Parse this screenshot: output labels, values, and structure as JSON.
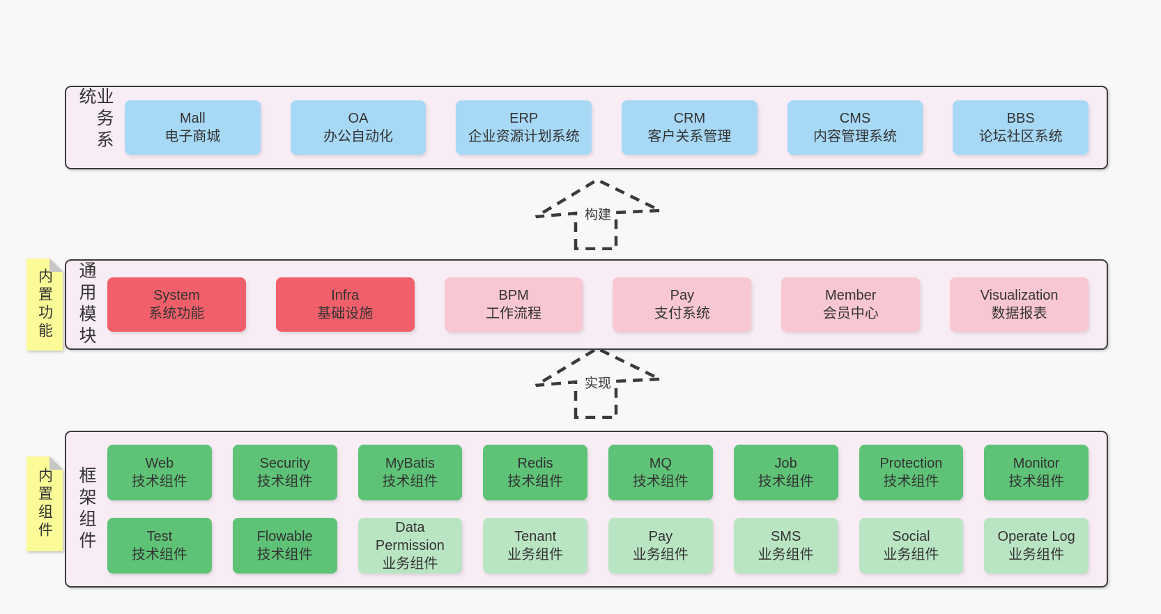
{
  "layers": {
    "business": {
      "label": "业务系统",
      "boxes": [
        {
          "name": "Mall",
          "desc": "电子商城"
        },
        {
          "name": "OA",
          "desc": "办公自动化"
        },
        {
          "name": "ERP",
          "desc": "企业资源计划系统"
        },
        {
          "name": "CRM",
          "desc": "客户关系管理"
        },
        {
          "name": "CMS",
          "desc": "内容管理系统"
        },
        {
          "name": "BBS",
          "desc": "论坛社区系统"
        }
      ]
    },
    "modules": {
      "label": "通用模块",
      "sticky": "内置功能",
      "boxes": [
        {
          "name": "System",
          "desc": "系统功能"
        },
        {
          "name": "Infra",
          "desc": "基础设施"
        },
        {
          "name": "BPM",
          "desc": "工作流程"
        },
        {
          "name": "Pay",
          "desc": "支付系统"
        },
        {
          "name": "Member",
          "desc": "会员中心"
        },
        {
          "name": "Visualization",
          "desc": "数据报表"
        }
      ]
    },
    "components": {
      "label": "框架组件",
      "sticky": "内置组件",
      "row1": [
        {
          "name": "Web",
          "desc": "技术组件"
        },
        {
          "name": "Security",
          "desc": "技术组件"
        },
        {
          "name": "MyBatis",
          "desc": "技术组件"
        },
        {
          "name": "Redis",
          "desc": "技术组件"
        },
        {
          "name": "MQ",
          "desc": "技术组件"
        },
        {
          "name": "Job",
          "desc": "技术组件"
        },
        {
          "name": "Protection",
          "desc": "技术组件"
        },
        {
          "name": "Monitor",
          "desc": "技术组件"
        }
      ],
      "row2": [
        {
          "name": "Test",
          "desc": "技术组件"
        },
        {
          "name": "Flowable",
          "desc": "技术组件"
        },
        {
          "name": "Data Permission",
          "desc": "业务组件"
        },
        {
          "name": "Tenant",
          "desc": "业务组件"
        },
        {
          "name": "Pay",
          "desc": "业务组件"
        },
        {
          "name": "SMS",
          "desc": "业务组件"
        },
        {
          "name": "Social",
          "desc": "业务组件"
        },
        {
          "name": "Operate Log",
          "desc": "业务组件"
        }
      ]
    }
  },
  "arrows": {
    "build": "构建",
    "implement": "实现"
  },
  "colors": {
    "blue_box": "#a7d9f6",
    "red_box": "#f1606a",
    "pink_box": "#f9c7d1",
    "green_box": "#5ec377",
    "light_green_box": "#bae5c3",
    "panel_background": "#f8ecf5",
    "sticky_yellow": "#fbfb98",
    "border": "#3c3c3c"
  }
}
